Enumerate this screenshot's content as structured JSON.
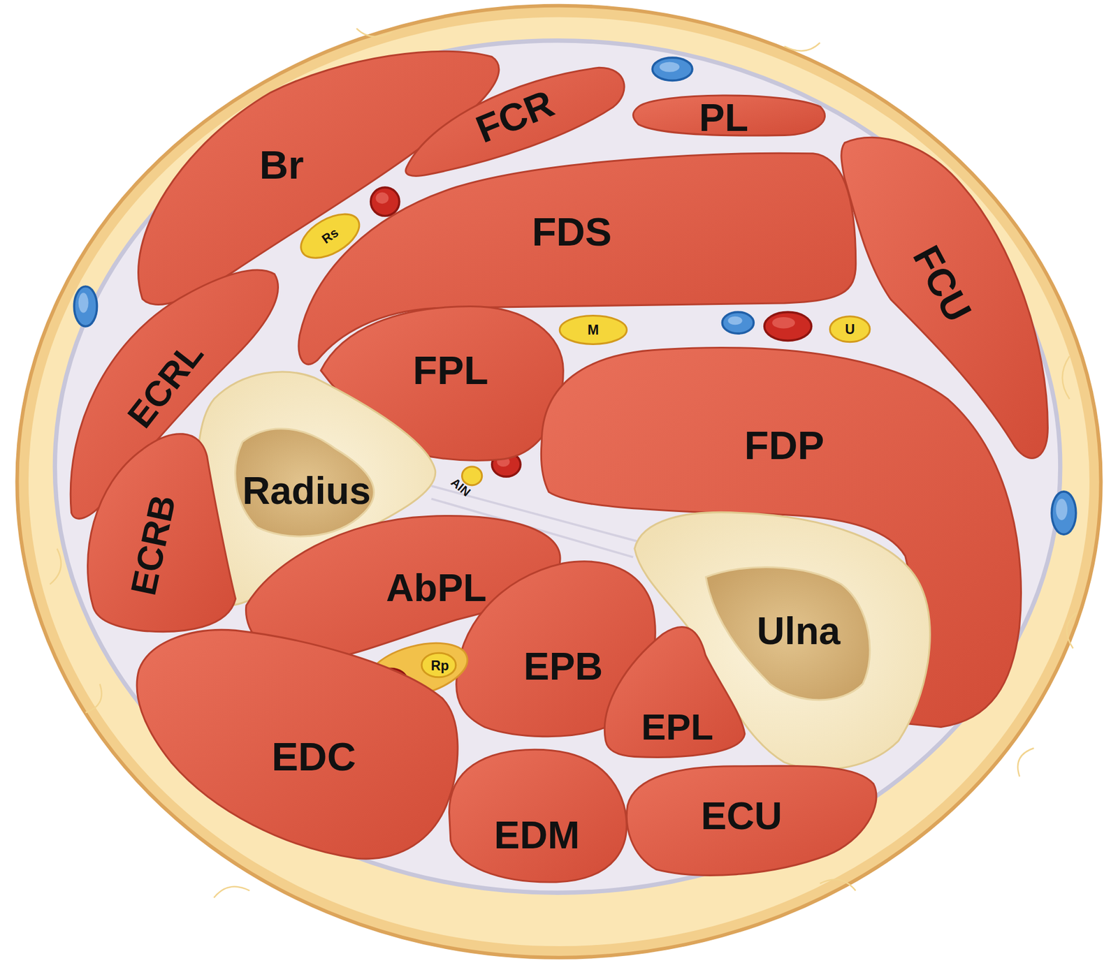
{
  "diagram": {
    "nodes": [
      {
        "text": [
          "Br"
        ]
      },
      {
        "text": [
          "FCR"
        ]
      },
      {
        "text": [
          "PL"
        ]
      },
      {
        "text": [
          "FDS"
        ]
      },
      {
        "text": [
          "Rs"
        ]
      },
      {
        "text": [
          "FCU"
        ]
      },
      {
        "text": [
          "M"
        ]
      },
      {
        "text": [
          "U"
        ]
      },
      {
        "text": [
          "ECRL"
        ]
      },
      {
        "text": [
          "FPL"
        ]
      },
      {
        "text": [
          "FDP"
        ]
      },
      {
        "text": [
          "Radius"
        ]
      },
      {
        "text": [
          "AIN"
        ]
      },
      {
        "text": [
          "ECRB"
        ]
      },
      {
        "text": [
          "AbPL"
        ]
      },
      {
        "text": [
          "Ulna"
        ]
      },
      {
        "text": [
          "EPB"
        ]
      },
      {
        "text": [
          "Rp"
        ]
      },
      {
        "text": [
          "EPL"
        ]
      },
      {
        "text": [
          "EDC"
        ]
      },
      {
        "text": [
          "EDM"
        ]
      },
      {
        "text": [
          "ECU"
        ]
      }
    ]
  }
}
